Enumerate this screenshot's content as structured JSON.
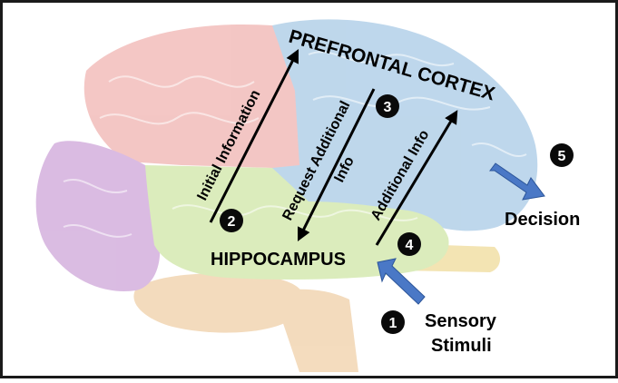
{
  "regions": {
    "prefrontal": "PREFRONTAL CORTEX",
    "hippocampus": "HIPPOCAMPUS"
  },
  "arrows": {
    "initial": "Initial Information",
    "request_line1": "Request Additional",
    "request_line2": "Info",
    "additional": "Additional Info"
  },
  "steps": [
    "1",
    "2",
    "3",
    "4",
    "5"
  ],
  "labels": {
    "sensory_line1": "Sensory",
    "sensory_line2": "Stimuli",
    "decision": "Decision"
  },
  "colors": {
    "frontal_blue": "#b9d4ea",
    "parietal_pink": "#f3c2c0",
    "occipital_purple": "#d7b6e0",
    "temporal_green": "#d8ebb7",
    "cerebellum_orange": "#f3d9b8",
    "stem_yellow": "#f2e2ad",
    "big_arrow_blue": "#4a78c6",
    "badge_black": "#0a0a0a"
  }
}
